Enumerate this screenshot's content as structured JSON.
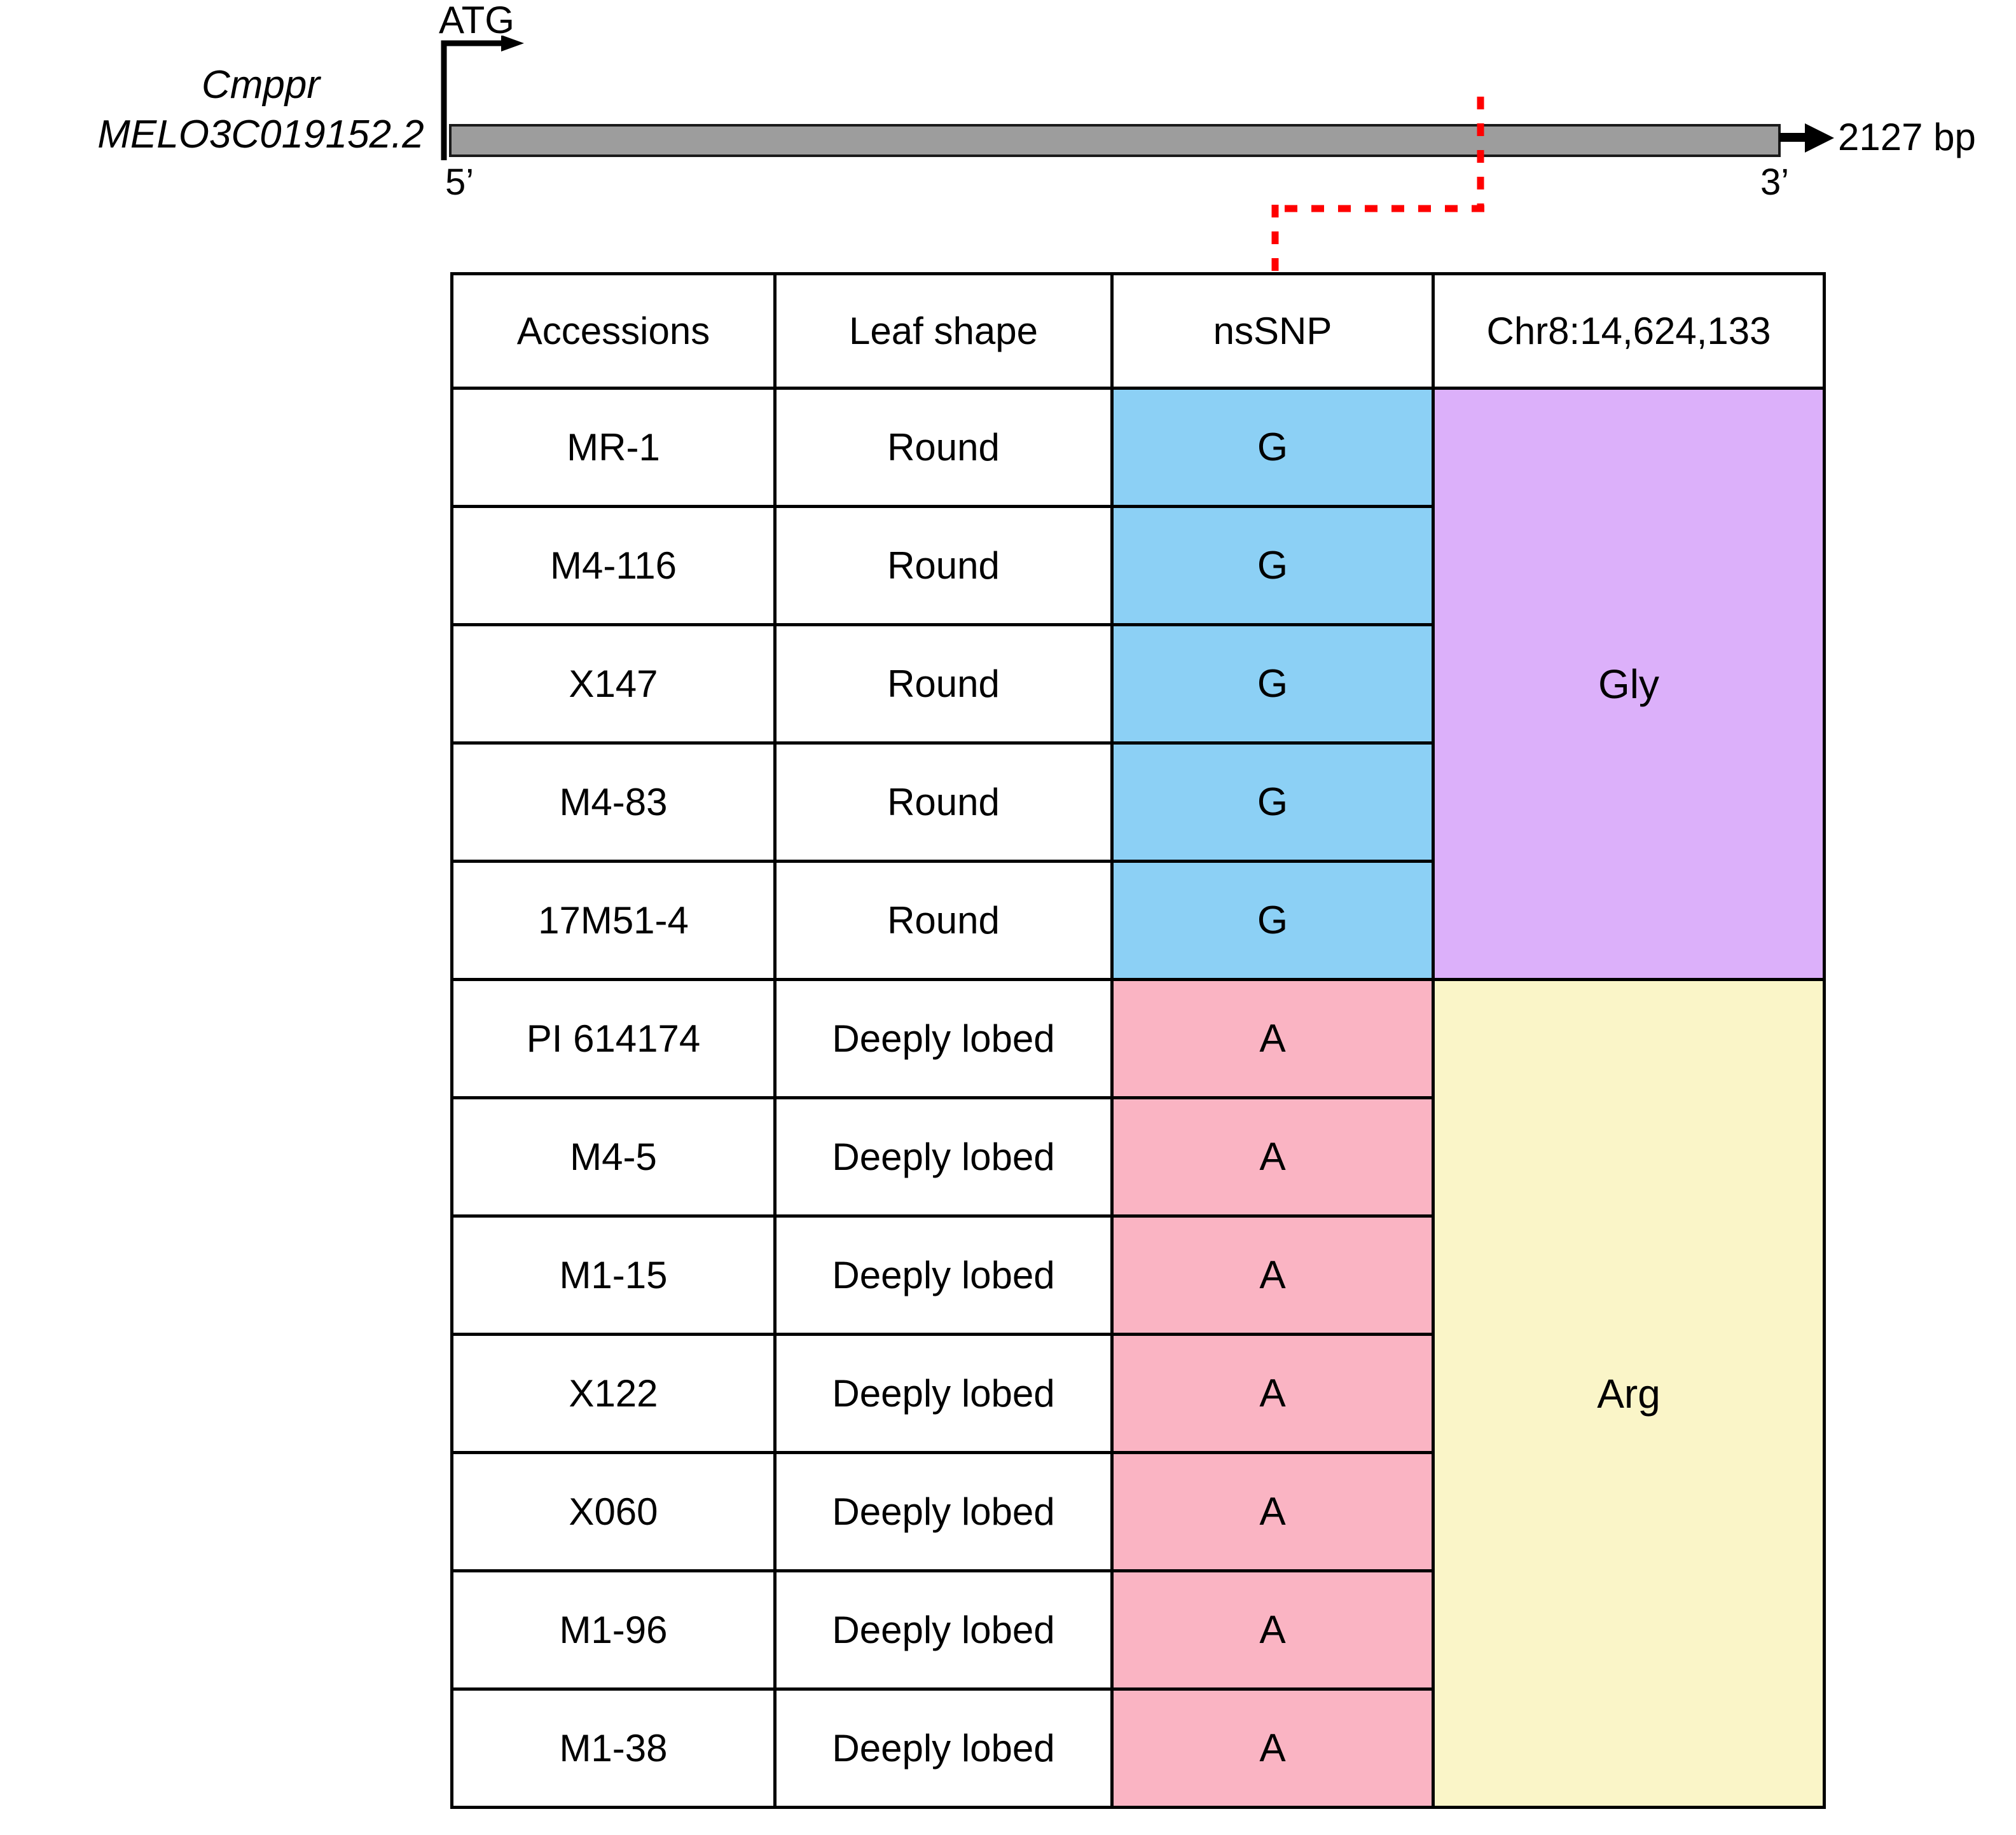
{
  "gene": {
    "name_italic_line1": "Cmppr",
    "name_italic_line2": "MELO3C019152.2",
    "start_codon_label": "ATG",
    "five_prime_label": "5’",
    "three_prime_label": "3’",
    "length_label": "2127 bp",
    "bar_color": "#9d9d9d",
    "connector_color": "#ff0000"
  },
  "table": {
    "columns": [
      "Accessions",
      "Leaf shape",
      "nsSNP",
      "Chr8:14,624,133"
    ],
    "rows": [
      {
        "accession": "MR-1",
        "leaf_shape": "Round",
        "nssnp": "G"
      },
      {
        "accession": "M4-116",
        "leaf_shape": "Round",
        "nssnp": "G"
      },
      {
        "accession": "X147",
        "leaf_shape": "Round",
        "nssnp": "G"
      },
      {
        "accession": "M4-83",
        "leaf_shape": "Round",
        "nssnp": "G"
      },
      {
        "accession": "17M51-4",
        "leaf_shape": "Round",
        "nssnp": "G"
      },
      {
        "accession": "PI 614174",
        "leaf_shape": "Deeply lobed",
        "nssnp": "A"
      },
      {
        "accession": "M4-5",
        "leaf_shape": "Deeply lobed",
        "nssnp": "A"
      },
      {
        "accession": "M1-15",
        "leaf_shape": "Deeply lobed",
        "nssnp": "A"
      },
      {
        "accession": "X122",
        "leaf_shape": "Deeply lobed",
        "nssnp": "A"
      },
      {
        "accession": "X060",
        "leaf_shape": "Deeply lobed",
        "nssnp": "A"
      },
      {
        "accession": "M1-96",
        "leaf_shape": "Deeply lobed",
        "nssnp": "A"
      },
      {
        "accession": "M1-38",
        "leaf_shape": "Deeply lobed",
        "nssnp": "A"
      }
    ],
    "amino_acid_groups": [
      {
        "label": "Gly",
        "rowspan": 5,
        "color": "#dcb0fa",
        "snp_color": "#8cd0f5"
      },
      {
        "label": "Arg",
        "rowspan": 7,
        "color": "#faf5c8",
        "snp_color": "#fab4c3"
      }
    ]
  }
}
